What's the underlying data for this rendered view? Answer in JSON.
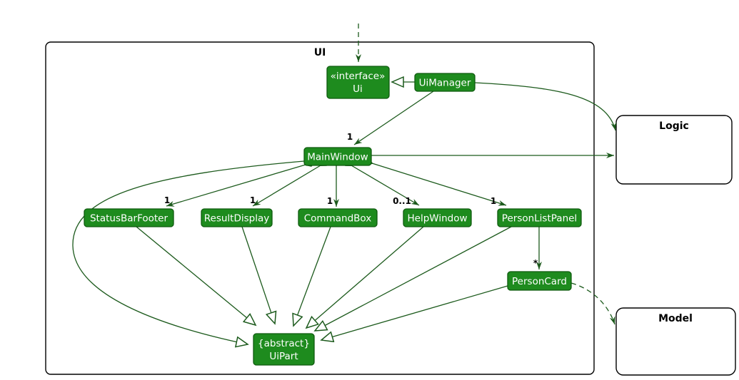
{
  "colors": {
    "class_fill": "#1e8b1e",
    "class_border": "#0e5a0e",
    "class_text": "#ffffff",
    "edge": "#1c5a1c",
    "frame_border": "#000000",
    "label_text": "#000000"
  },
  "frame": {
    "label": "UI"
  },
  "external_components": [
    {
      "label": "Logic"
    },
    {
      "label": "Model"
    }
  ],
  "classes": {
    "ui_interface": {
      "stereotype": "«interface»",
      "name": "Ui"
    },
    "ui_manager": {
      "name": "UiManager"
    },
    "main_window": {
      "name": "MainWindow"
    },
    "status_bar_footer": {
      "name": "StatusBarFooter"
    },
    "result_display": {
      "name": "ResultDisplay"
    },
    "command_box": {
      "name": "CommandBox"
    },
    "help_window": {
      "name": "HelpWindow"
    },
    "person_list_panel": {
      "name": "PersonListPanel"
    },
    "person_card": {
      "name": "PersonCard"
    },
    "ui_part": {
      "stereotype": "{abstract}",
      "name": "UiPart"
    }
  },
  "multiplicities": {
    "main_window": "1",
    "status_bar_footer": "1",
    "result_display": "1",
    "command_box": "1",
    "help_window": "0..1",
    "person_list_panel": "1",
    "person_card": "*"
  }
}
